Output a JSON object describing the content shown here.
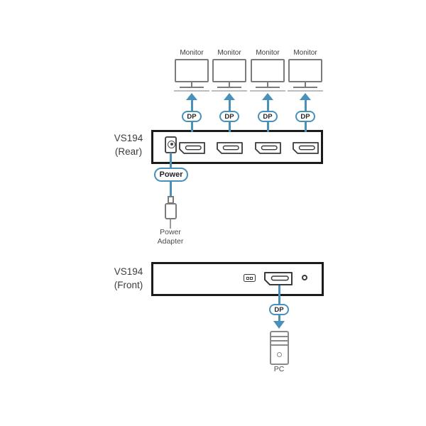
{
  "colors": {
    "accent_blue": "#4A90B8",
    "panel_border": "#1B1B1B",
    "device_gray": "#7B7B7B",
    "text_dark": "#3C3C3C"
  },
  "monitors": [
    {
      "label": "Monitor",
      "port_badge": "DP"
    },
    {
      "label": "Monitor",
      "port_badge": "DP"
    },
    {
      "label": "Monitor",
      "port_badge": "DP"
    },
    {
      "label": "Monitor",
      "port_badge": "DP"
    }
  ],
  "rear_panel": {
    "title_line1": "VS194",
    "title_line2": "(Rear)",
    "power_badge": "Power"
  },
  "power_adapter": {
    "label_line1": "Power",
    "label_line2": "Adapter"
  },
  "front_panel": {
    "title_line1": "VS194",
    "title_line2": "(Front)",
    "dp_badge": "DP"
  },
  "pc": {
    "label": "PC"
  }
}
